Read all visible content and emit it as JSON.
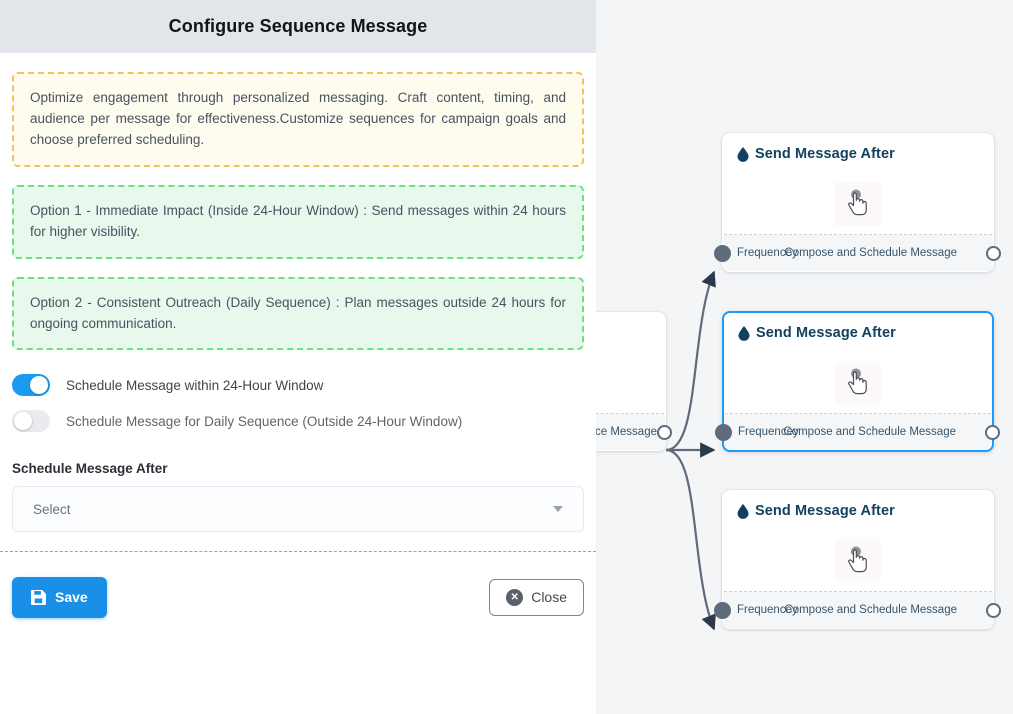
{
  "modal": {
    "title": "Configure Sequence Message",
    "callouts": [
      {
        "style": "orange",
        "text": "Optimize engagement through personalized messaging. Craft content, timing, and audience per message for effectiveness.Customize sequences for campaign goals and choose preferred scheduling."
      },
      {
        "style": "green",
        "text": "Option 1 - Immediate Impact (Inside 24-Hour Window) : Send messages within 24 hours for higher visibility."
      },
      {
        "style": "green",
        "text": "Option 2 - Consistent Outreach (Daily Sequence) : Plan messages outside 24 hours for ongoing communication."
      }
    ],
    "toggles": [
      {
        "label": "Schedule Message within 24-Hour Window",
        "on": true
      },
      {
        "label": "Schedule Message for Daily Sequence (Outside 24-Hour Window)",
        "on": false
      }
    ],
    "field": {
      "label": "Schedule Message After",
      "value": "Select",
      "icon": "chevron-down-icon"
    },
    "footer": {
      "save_label": "Save",
      "save_icon": "save-floppy-icon",
      "close_label": "Close",
      "close_icon": "close-circle-icon"
    }
  },
  "canvas": {
    "partial_node": {
      "footer_right": "ce Message"
    },
    "nodes": [
      {
        "title": "Send Message After",
        "title_icon": "droplet-icon",
        "graphic_icon": "hand-pointer-icon",
        "footer_left": "Frequencey",
        "footer_right": "Compose and Schedule Message",
        "selected": false
      },
      {
        "title": "Send Message After",
        "title_icon": "droplet-icon",
        "graphic_icon": "hand-pointer-icon",
        "footer_left": "Frequencey",
        "footer_right": "Compose and Schedule Message",
        "selected": true
      },
      {
        "title": "Send Message After",
        "title_icon": "droplet-icon",
        "graphic_icon": "hand-pointer-icon",
        "footer_left": "Frequencey",
        "footer_right": "Compose and Schedule Message",
        "selected": false
      }
    ]
  },
  "colors": {
    "accent_blue": "#1a8fe8",
    "selected_border": "#1a9bfc",
    "header_bg": "#e2e5e9",
    "canvas_bg": "#f4f5f7",
    "callout_orange_border": "#f6bf62",
    "callout_orange_bg": "#fdfcee",
    "callout_green_border": "#6ce27e",
    "callout_green_bg": "#e8f8ec",
    "node_title": "#12415f",
    "edge_stroke": "#5f6b7a"
  }
}
